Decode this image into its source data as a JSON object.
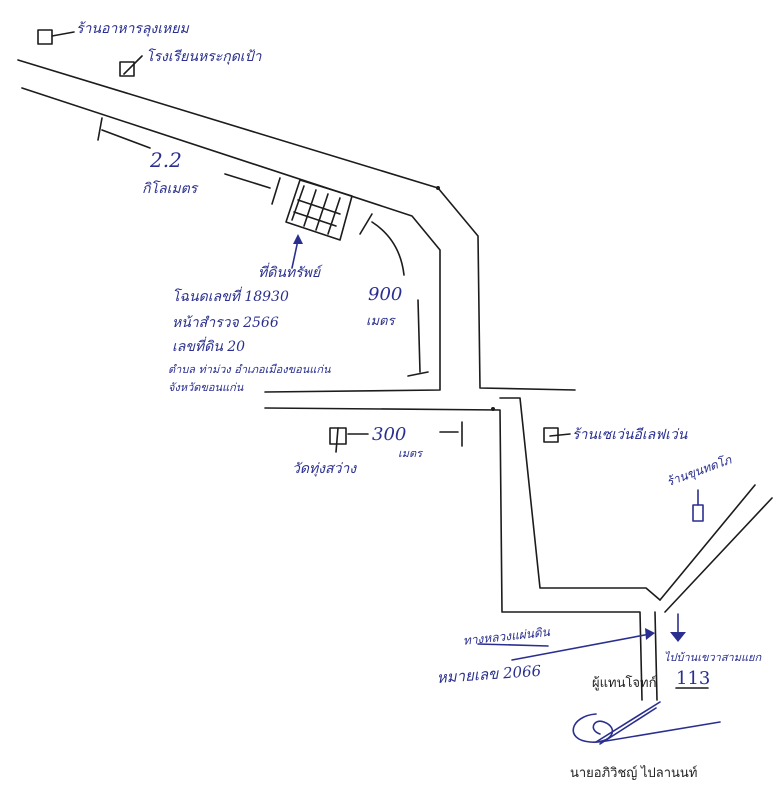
{
  "map": {
    "title": "Hand-drawn location map",
    "colors": {
      "road_ink": "#1c1c1c",
      "label_ink": "#2a2f8f",
      "paper": "#ffffff"
    },
    "landmarks": [
      {
        "id": "restaurant-top",
        "label": "ร้านอาหารลุงเหยม",
        "icon": "square-landmark-icon"
      },
      {
        "id": "school",
        "label": "โรงเรียนหระกุดเป้า",
        "icon": "square-landmark-icon"
      },
      {
        "id": "temple",
        "label": "วัดทุ่งสว่าง",
        "icon": "flag-landmark-icon"
      },
      {
        "id": "shop",
        "label": "ร้านเซเว่นอีเลฟเว่น",
        "icon": "flag-landmark-icon"
      },
      {
        "id": "right-landmark",
        "label": "ร้านขุนทดโภ",
        "icon": "square-landmark-icon"
      }
    ],
    "property": {
      "label": "ที่ดินทรัพย์",
      "icon": "hatched-parcel-icon",
      "details": {
        "title_deed": "โฉนดเลขที่ 18930",
        "survey_page": "หน้าสำรวจ 2566",
        "land_no": "เลขที่ดิน 20",
        "subdistrict_line": "ตำบล ท่าม่วง อำเภอเมืองขอนแก่น",
        "province_line": "จังหวัดขอนแก่น"
      }
    },
    "distances": [
      {
        "id": "dist-22",
        "value": "2.2",
        "unit": "กิโลเมตร"
      },
      {
        "id": "dist-900",
        "value": "900",
        "unit": "เมตร"
      },
      {
        "id": "dist-300",
        "value": "300",
        "unit": "เมตร"
      }
    ],
    "road_labels": {
      "highway_line1": "ทางหลวงแผ่นดิน",
      "highway_line2": "หมายเลข 2066",
      "to_destination": "ไปบ้านเขวาสามแยก",
      "route_number": "113"
    },
    "signature": {
      "role": "ผู้แทนโจทก์",
      "name": "นายอภิวิชญ์ ไปลานนท์"
    }
  }
}
